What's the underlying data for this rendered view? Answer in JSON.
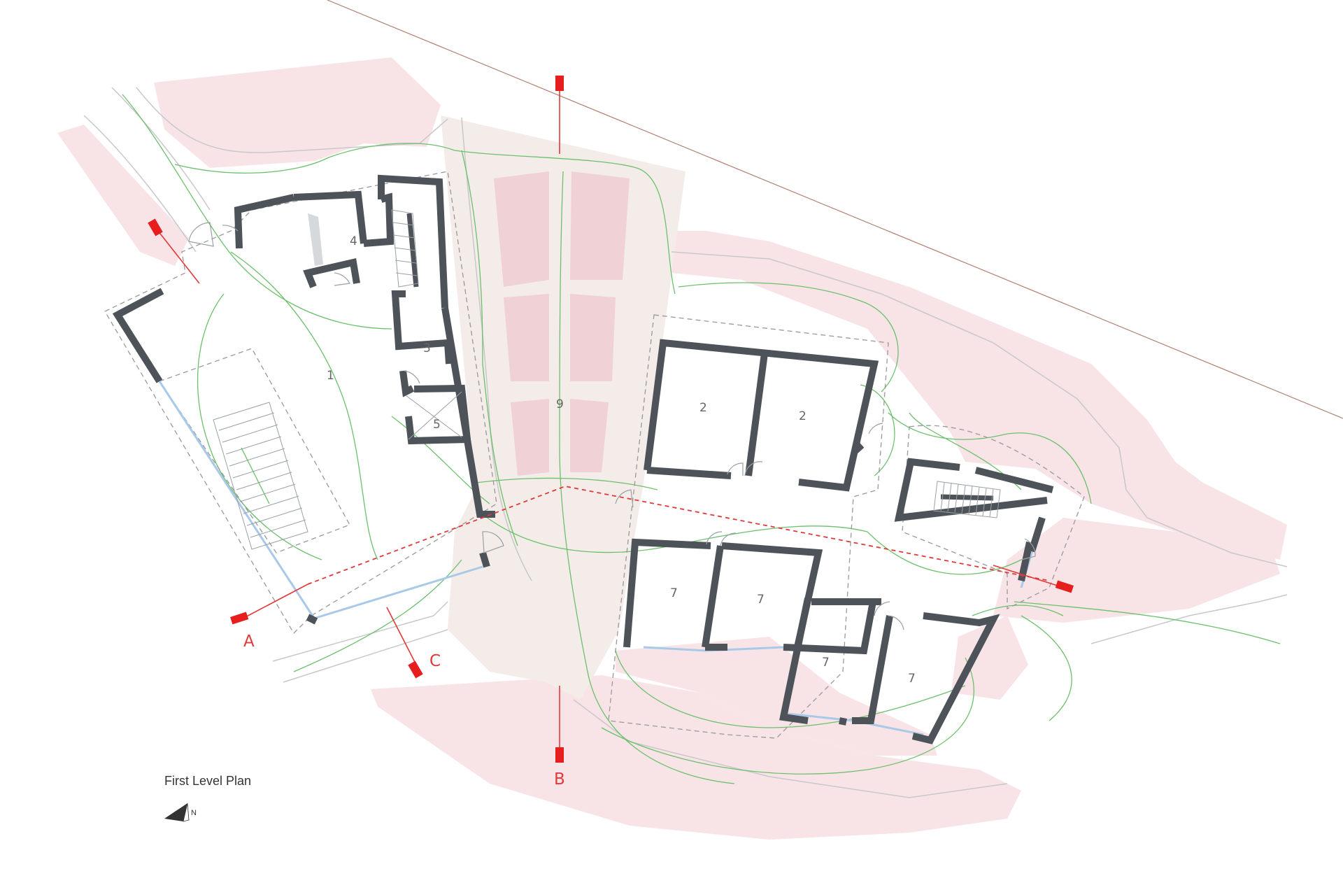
{
  "title": "First Level Plan",
  "north_label": "N",
  "rooms": [
    {
      "label": "1"
    },
    {
      "label": "2"
    },
    {
      "label": "2"
    },
    {
      "label": "3"
    },
    {
      "label": "4"
    },
    {
      "label": "5"
    },
    {
      "label": "7"
    },
    {
      "label": "7"
    },
    {
      "label": "7"
    },
    {
      "label": "7"
    },
    {
      "label": "9"
    }
  ],
  "sections": [
    {
      "label": "A"
    },
    {
      "label": "B"
    },
    {
      "label": "C"
    }
  ],
  "colors": {
    "section_marker": "#e61e1e",
    "wall": "#4d5358",
    "glazing": "#a9c9e8",
    "paths": "#6cc06c",
    "landscape": "#f8e4e7",
    "plaza": "#f3ece9"
  }
}
